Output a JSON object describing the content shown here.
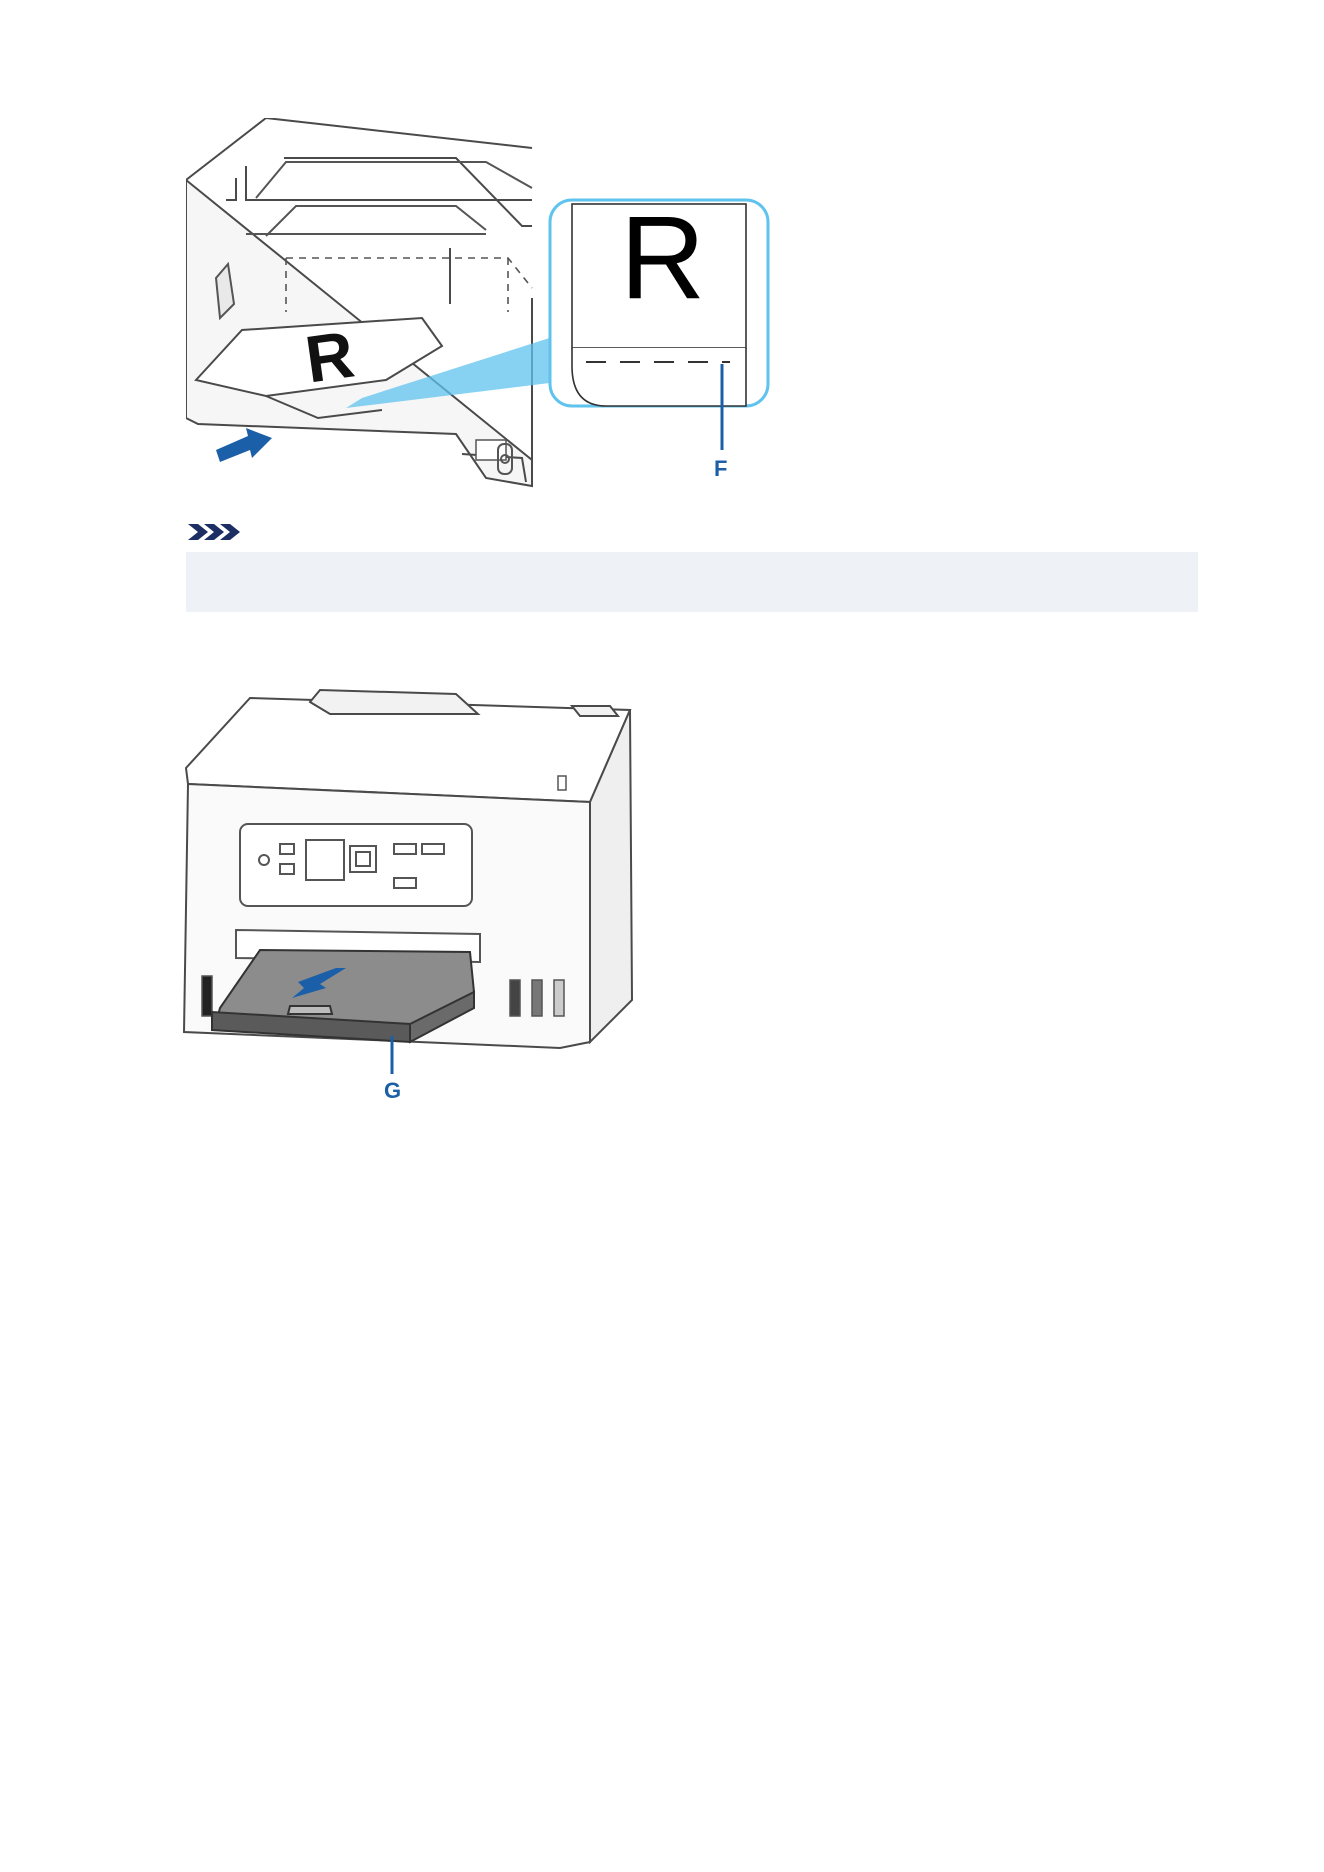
{
  "figure_insert": {
    "callout_label": "F",
    "sample_letter": "R"
  },
  "note": {
    "icon": "note-chevrons-icon",
    "text": ""
  },
  "figure_extend": {
    "callout_label": "G"
  },
  "colors": {
    "callout_blue": "#1b5fa8",
    "highlight_blue": "#5fc3ee",
    "note_background": "#eef1f6",
    "icon_navy": "#1c2e63"
  }
}
